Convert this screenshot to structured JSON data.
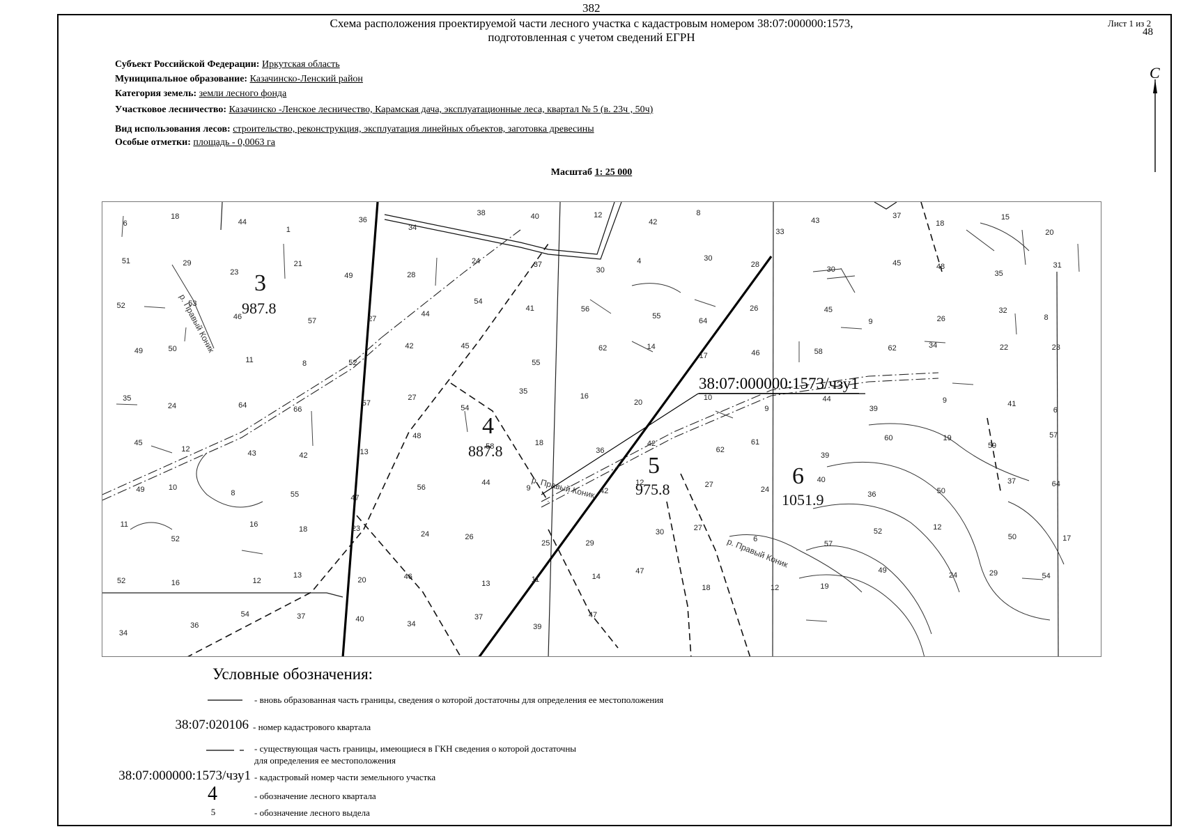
{
  "header": {
    "page_number": "382",
    "title_line1": "Схема расположения проектируемой части лесного участка с кадастровым номером 38:07:000000:1573,",
    "title_line2": "подготовленная с учетом сведений ЕГРН",
    "sheet": "Лист 1 из 2",
    "sheet_sub": "48"
  },
  "info": {
    "subject_label": "Субъект Российской Федерации:",
    "subject_value": "Иркутская область",
    "municipality_label": "Муниципальное образование:",
    "municipality_value": "Казачинско-Ленский район",
    "category_label": "Категория земель:",
    "category_value": "земли лесного фонда",
    "forestry_label": "Участковое лесничество:",
    "forestry_value": "Казачинско -Ленское лесничество, Карамская дача, эксплуатационные леса, квартал № 5 (в. 23ч , 50ч)",
    "usage_label": "Вид использования лесов:",
    "usage_value": "строительство, реконструкция, эксплуатация линейных объектов, заготовка древесины",
    "notes_label": "Особые отметки:",
    "notes_value": "площадь -  0,0063 га"
  },
  "scale": {
    "label": "Масштаб",
    "value": "1: 25 000"
  },
  "north": {
    "letter": "С",
    "icon": "north-arrow-icon"
  },
  "map": {
    "cadastral_label": "38:07:000000:1573/чзу1",
    "quarters": [
      {
        "num": "3",
        "area": "987.8"
      },
      {
        "num": "4",
        "area": "887.8"
      },
      {
        "num": "5",
        "area": "975.8"
      },
      {
        "num": "6",
        "area": "1051.9"
      }
    ],
    "river_labels": [
      "р. Правый Коник",
      "р. Правый Коник",
      "р. Правый Коник"
    ],
    "parcel_numbers": [
      "6",
      "18",
      "44",
      "1",
      "36",
      "34",
      "38",
      "40",
      "12",
      "42",
      "8",
      "33",
      "43",
      "37",
      "18",
      "15",
      "20",
      "51",
      "29",
      "23",
      "21",
      "49",
      "28",
      "24",
      "37",
      "30",
      "4",
      "30",
      "28",
      "30",
      "45",
      "48",
      "35",
      "31",
      "52",
      "53",
      "46",
      "57",
      "27",
      "44",
      "54",
      "41",
      "56",
      "55",
      "64",
      "26",
      "45",
      "9",
      "26",
      "32",
      "8",
      "49",
      "50",
      "11",
      "8",
      "52",
      "42",
      "45",
      "55",
      "62",
      "14",
      "17",
      "46",
      "58",
      "62",
      "34",
      "22",
      "23",
      "35",
      "24",
      "64",
      "66",
      "57",
      "27",
      "54",
      "35",
      "16",
      "20",
      "10",
      "9",
      "44",
      "39",
      "9",
      "41",
      "6",
      "45",
      "12",
      "43",
      "42",
      "13",
      "48",
      "58",
      "18",
      "36",
      "42",
      "62",
      "61",
      "39",
      "60",
      "19",
      "59",
      "57",
      "49",
      "10",
      "8",
      "55",
      "47",
      "56",
      "44",
      "9",
      "42",
      "12",
      "27",
      "24",
      "40",
      "36",
      "50",
      "37",
      "64",
      "11",
      "52",
      "16",
      "18",
      "23",
      "24",
      "26",
      "25",
      "29",
      "30",
      "27",
      "6",
      "57",
      "52",
      "12",
      "50",
      "17",
      "52",
      "16",
      "12",
      "13",
      "20",
      "46",
      "13",
      "11",
      "14",
      "47",
      "18",
      "12",
      "19",
      "49",
      "24",
      "29",
      "54",
      "34",
      "36",
      "54",
      "37",
      "40",
      "34",
      "37",
      "39",
      "47"
    ]
  },
  "legend": {
    "title": "Условные обозначения:",
    "items": [
      {
        "symbol": "",
        "text": "- вновь образованная часть границы, сведения о которой достаточны для определения ее местоположения"
      },
      {
        "symbol": "38:07:020106",
        "text": "- номер кадастрового квартала"
      },
      {
        "symbol": "",
        "text": "- существующая часть границы, имеющиеся в ГКН сведения о которой достаточны",
        "text2": "для определения ее местоположения"
      },
      {
        "symbol": "38:07:000000:1573/чзу1",
        "text": "- кадастровый номер части земельного участка"
      },
      {
        "symbol": "4",
        "text": "- обозначение лесного квартала"
      },
      {
        "symbol": "5",
        "text": "- обозначение лесного выдела"
      }
    ]
  }
}
